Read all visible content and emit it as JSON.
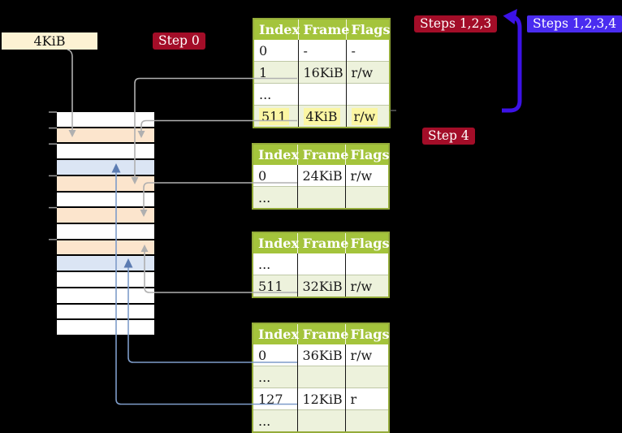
{
  "colors": {
    "background": "#000000",
    "table-header-green": "#a4c43c",
    "table-border-green": "#94ab3a",
    "table-row-green": "#edf2dc",
    "highlight-yellow": "#fbf6a3",
    "frame-box-cream": "#fdf2d3",
    "badge-red": "#a30d28",
    "badge-blue": "#4a2cf0",
    "arrow-blue": "#3c12e8",
    "frame-page-table-peach": "#fce5cd",
    "frame-mapped-blue": "#dbe5f4",
    "connector-gray": "#b0b0b0",
    "connector-steel-blue": "#7e9cc9",
    "connector-steel-blue-head": "#5c7cb2"
  },
  "labels": {
    "frame_size": "4KiB",
    "step0": "Step 0",
    "steps123": "Steps 1,2,3",
    "steps1234": "Steps 1,2,3,4",
    "step4": "Step 4"
  },
  "memory_column": {
    "rows": [
      {
        "kind": "unused"
      },
      {
        "kind": "page-table"
      },
      {
        "kind": "unused"
      },
      {
        "kind": "mapped-page"
      },
      {
        "kind": "page-table"
      },
      {
        "kind": "unused"
      },
      {
        "kind": "page-table"
      },
      {
        "kind": "unused"
      },
      {
        "kind": "page-table"
      },
      {
        "kind": "mapped-page"
      },
      {
        "kind": "unused"
      },
      {
        "kind": "unused"
      },
      {
        "kind": "unused"
      },
      {
        "kind": "unused"
      }
    ]
  },
  "tables": [
    {
      "id": "table-1",
      "headers": [
        "Index",
        "Frame",
        "Flags"
      ],
      "rows": [
        {
          "cells": [
            "0",
            "-",
            "-"
          ],
          "shaded": false,
          "highlight": false
        },
        {
          "cells": [
            "1",
            "16KiB",
            "r/w"
          ],
          "shaded": true,
          "highlight": false
        },
        {
          "cells": [
            "...",
            "",
            ""
          ],
          "shaded": false,
          "highlight": false
        },
        {
          "cells": [
            "511",
            "4KiB",
            "r/w"
          ],
          "shaded": true,
          "highlight": true
        }
      ]
    },
    {
      "id": "table-2",
      "headers": [
        "Index",
        "Frame",
        "Flags"
      ],
      "rows": [
        {
          "cells": [
            "0",
            "24KiB",
            "r/w"
          ],
          "shaded": false,
          "highlight": false
        },
        {
          "cells": [
            "...",
            "",
            ""
          ],
          "shaded": true,
          "highlight": false
        }
      ]
    },
    {
      "id": "table-3",
      "headers": [
        "Index",
        "Frame",
        "Flags"
      ],
      "rows": [
        {
          "cells": [
            "...",
            "",
            ""
          ],
          "shaded": false,
          "highlight": false
        },
        {
          "cells": [
            "511",
            "32KiB",
            "r/w"
          ],
          "shaded": true,
          "highlight": false
        }
      ]
    },
    {
      "id": "table-4",
      "headers": [
        "Index",
        "Frame",
        "Flags"
      ],
      "rows": [
        {
          "cells": [
            "0",
            "36KiB",
            "r/w"
          ],
          "shaded": false,
          "highlight": false
        },
        {
          "cells": [
            "...",
            "",
            ""
          ],
          "shaded": true,
          "highlight": false
        },
        {
          "cells": [
            "127",
            "12KiB",
            "r"
          ],
          "shaded": false,
          "highlight": false
        },
        {
          "cells": [
            "...",
            "",
            ""
          ],
          "shaded": true,
          "highlight": false
        }
      ]
    }
  ]
}
